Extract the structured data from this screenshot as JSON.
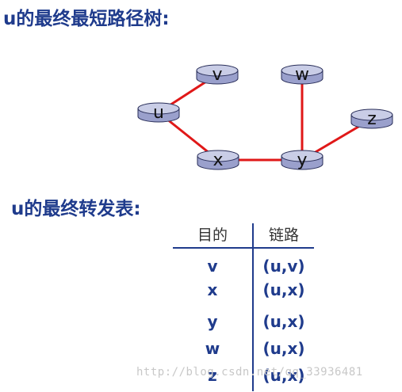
{
  "headings": {
    "tree": "u的最终最短路径树:",
    "table": "u的最终转发表:"
  },
  "graph": {
    "nodes": [
      {
        "id": "u",
        "label": "u"
      },
      {
        "id": "v",
        "label": "v"
      },
      {
        "id": "w",
        "label": "w"
      },
      {
        "id": "x",
        "label": "x"
      },
      {
        "id": "y",
        "label": "y"
      },
      {
        "id": "z",
        "label": "z"
      }
    ],
    "edges": [
      [
        "u",
        "v"
      ],
      [
        "u",
        "x"
      ],
      [
        "x",
        "y"
      ],
      [
        "y",
        "w"
      ],
      [
        "y",
        "z"
      ]
    ],
    "colors": {
      "edge": "#e01818",
      "router_top": "#c9cde6",
      "router_side": "#9aa0cc",
      "router_outline": "#2a2f5a"
    }
  },
  "table": {
    "headers": {
      "dest": "目的",
      "link": "链路"
    },
    "rows": [
      {
        "dest": "v",
        "link": "(u,v)"
      },
      {
        "dest": "x",
        "link": "(u,x)"
      },
      {
        "dest": "y",
        "link": "(u,x)"
      },
      {
        "dest": "w",
        "link": "(u,x)"
      },
      {
        "dest": "z",
        "link": "(u,x)"
      }
    ]
  },
  "watermark": "http://blog.csdn.net/qq_33936481",
  "colors": {
    "text": "#1f3b8c",
    "header_text": "#333333"
  }
}
